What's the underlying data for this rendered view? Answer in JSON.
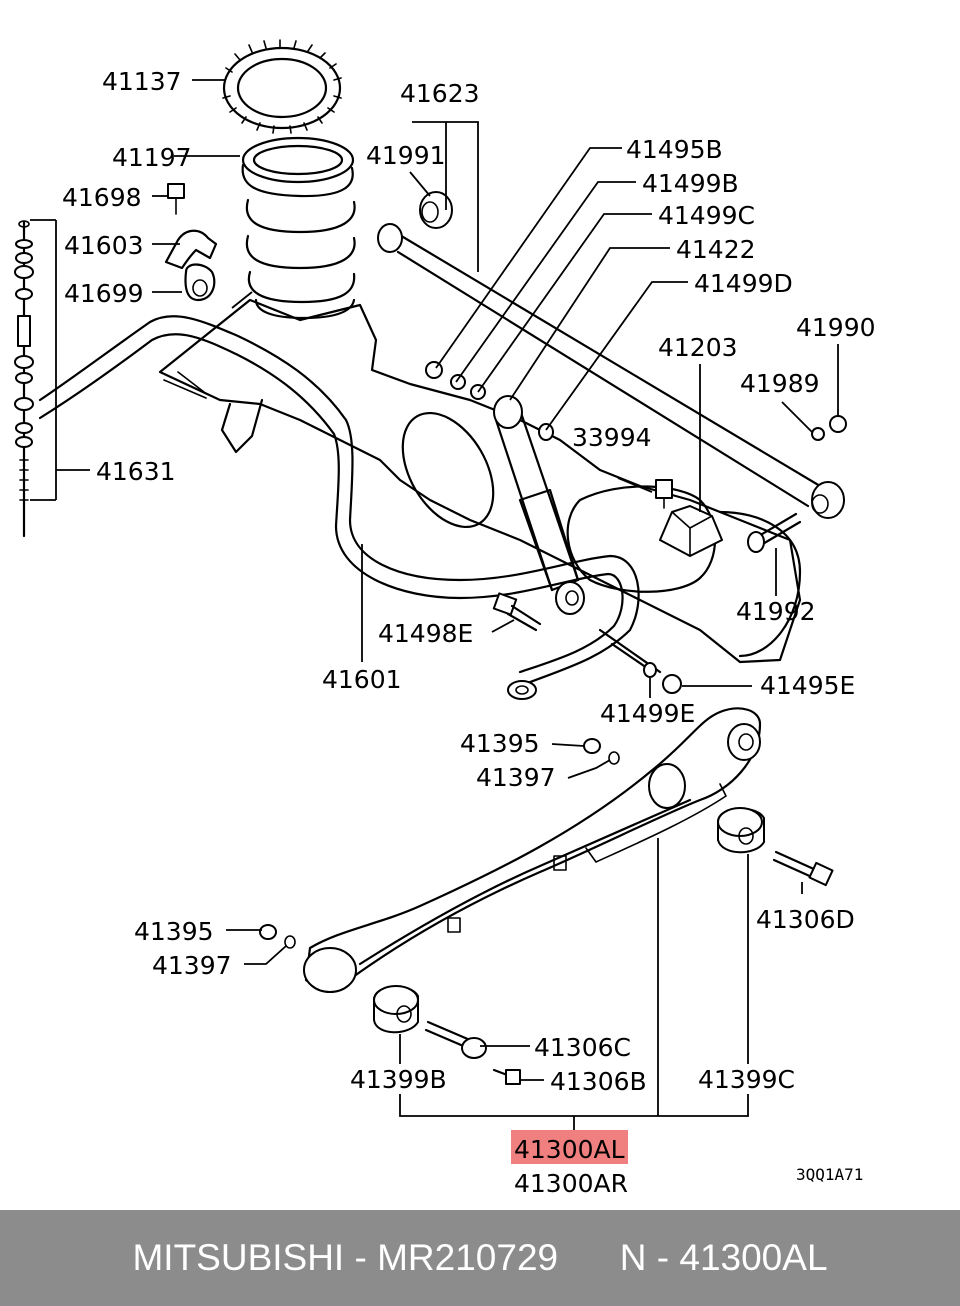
{
  "diagram": {
    "labels": {
      "l41137": "41137",
      "l41197": "41197",
      "l41698": "41698",
      "l41603": "41603",
      "l41699": "41699",
      "l41631": "41631",
      "l41623": "41623",
      "l41991": "41991",
      "l41495B": "41495B",
      "l41499B": "41499B",
      "l41499C": "41499C",
      "l41422": "41422",
      "l41499D": "41499D",
      "l41990": "41990",
      "l41989": "41989",
      "l41203": "41203",
      "l33994": "33994",
      "l41992": "41992",
      "l41498E": "41498E",
      "l41601": "41601",
      "l41495E": "41495E",
      "l41499E": "41499E",
      "l41395a": "41395",
      "l41397a": "41397",
      "l41306D": "41306D",
      "l41395b": "41395",
      "l41397b": "41397",
      "l41306C": "41306C",
      "l41306B": "41306B",
      "l41399B": "41399B",
      "l41399C": "41399C",
      "l41300AL": "41300AL",
      "l41300AR": "41300AR"
    },
    "code": "3QQ1A71",
    "highlight_color": "#f08080"
  },
  "footer": {
    "text": "MITSUBISHI - MR210729      N - 41300AL",
    "background": "#8c8c8c",
    "color": "#ffffff"
  }
}
